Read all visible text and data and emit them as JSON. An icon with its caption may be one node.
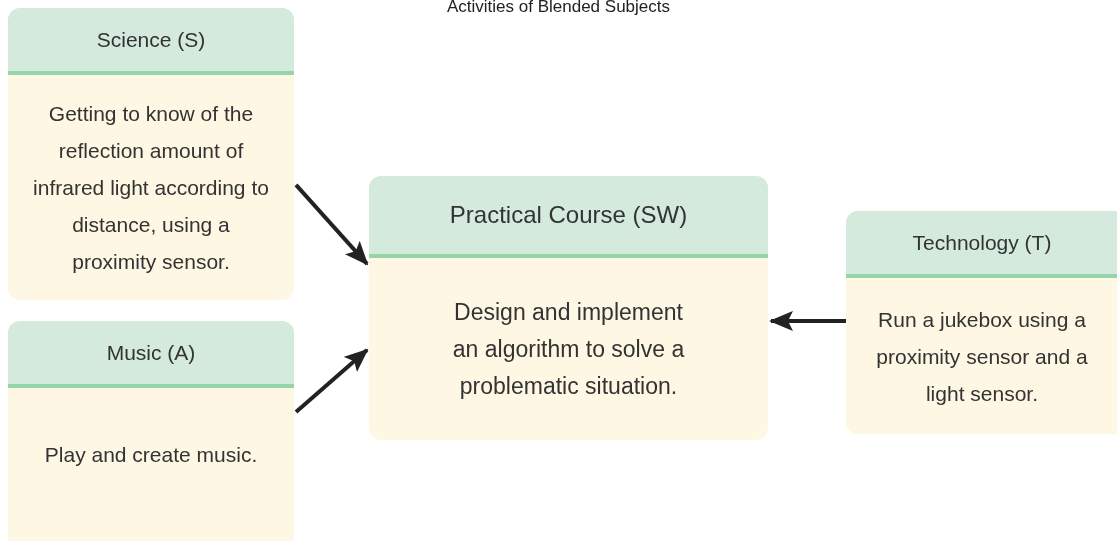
{
  "diagram": {
    "title": "Activities of Blended Subjects",
    "nodes": [
      {
        "text": [
          "Science (S)",
          "Getting to know of the reflection amount of infrared light according to distance, using a proximity sensor."
        ]
      },
      {
        "text": [
          "Music (A)",
          "Play and create music."
        ]
      },
      {
        "text": [
          "Practical Course (SW)",
          "Design and implement an algorithm to solve a problematic situation."
        ]
      },
      {
        "text": [
          "Technology (T)",
          "Run a jukebox using a proximity sensor and a light sensor."
        ]
      }
    ],
    "edges": [
      {
        "from": 0,
        "to": 2,
        "arrow": "to"
      },
      {
        "from": 1,
        "to": 2,
        "arrow": "to"
      },
      {
        "from": 3,
        "to": 2,
        "arrow": "to"
      }
    ]
  }
}
